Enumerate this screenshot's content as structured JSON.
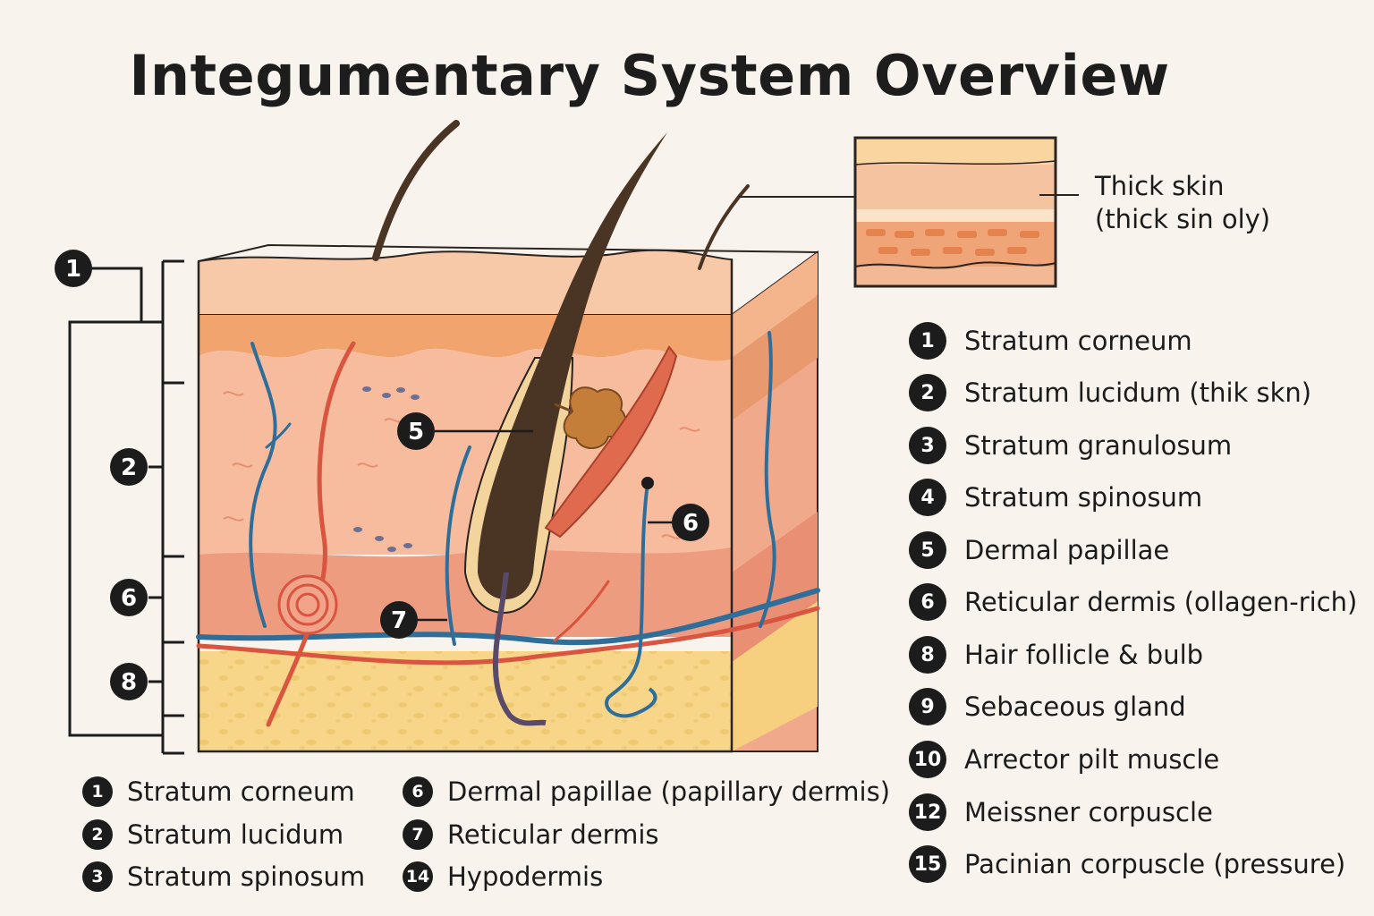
{
  "title": "Integumentary System Overview",
  "inset": {
    "label_line1": "Thick skin",
    "label_line2": "(thick sin oly)"
  },
  "diagram_callouts": [
    "1",
    "2",
    "6",
    "8",
    "5",
    "6",
    "7"
  ],
  "legend_right": [
    {
      "num": "1",
      "text": "Stratum corneum"
    },
    {
      "num": "2",
      "text": "Stratum lucidum (thik skn)"
    },
    {
      "num": "3",
      "text": "Stratum granulosum"
    },
    {
      "num": "4",
      "text": "Stratum spinosum"
    },
    {
      "num": "5",
      "text": "Dermal papillae"
    },
    {
      "num": "6",
      "text": "Reticular dermis (ollagen-rich)"
    },
    {
      "num": "8",
      "text": "Hair follicle & bulb"
    },
    {
      "num": "9",
      "text": "Sebaceous gland"
    },
    {
      "num": "10",
      "text": "Arrector pilt muscle"
    },
    {
      "num": "12",
      "text": "Meissner corpuscle"
    },
    {
      "num": "15",
      "text": "Pacinian corpuscle (pressure)"
    }
  ],
  "legend_bottom_left": [
    {
      "num": "1",
      "text": "Stratum corneum"
    },
    {
      "num": "2",
      "text": "Stratum lucidum"
    },
    {
      "num": "3",
      "text": "Stratum spinosum"
    }
  ],
  "legend_bottom_mid": [
    {
      "num": "6",
      "text": "Dermal papillae (papillary dermis)"
    },
    {
      "num": "7",
      "text": "Reticular dermis"
    },
    {
      "num": "14",
      "text": "Hypodermis"
    }
  ],
  "colors": {
    "background": "#f8f3ec",
    "epidermis": "#f7c6a4",
    "dermis": "#f3b496",
    "reticular": "#ee9f80",
    "hypodermis": "#f7d68a",
    "vein": "#2f6e9a",
    "artery": "#d9553f",
    "hair": "#4a3424",
    "outline": "#2b2320"
  }
}
